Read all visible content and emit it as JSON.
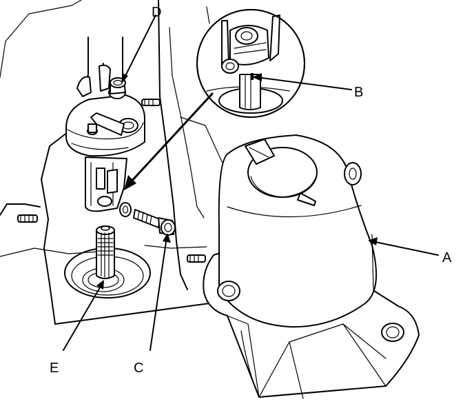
{
  "labels": {
    "a": "A",
    "b": "B",
    "c": "C",
    "d": "D",
    "e": "E"
  }
}
